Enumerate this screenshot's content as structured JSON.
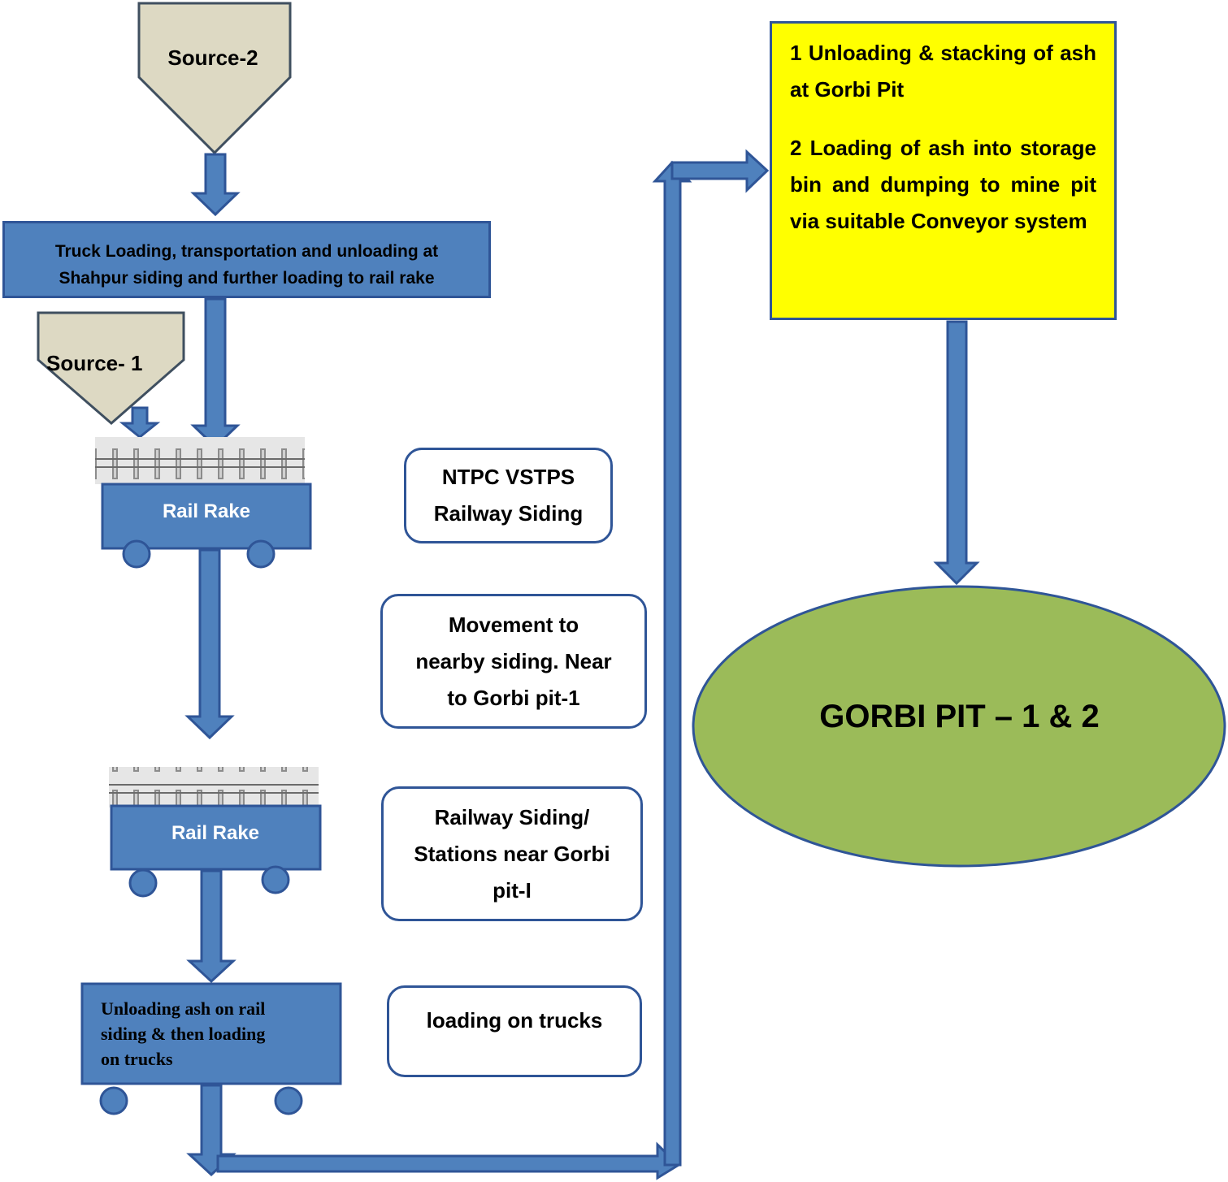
{
  "sources": {
    "source2": "Source-2",
    "source1": "Source- 1"
  },
  "truck_box": {
    "line1": "Truck Loading, transportation and unloading at",
    "line2": "Shahpur siding and further loading to rail rake"
  },
  "rail_rake_1": "Rail Rake",
  "rail_rake_2": "Rail Rake",
  "unload_box": {
    "line1": "Unloading ash on  rail",
    "line2": "siding & then loading",
    "line3": "on trucks"
  },
  "notes": {
    "ntpc": {
      "line1": "NTPC VSTPS",
      "line2": "Railway Siding"
    },
    "movement": {
      "line1": "Movement to",
      "line2": "nearby siding. Near",
      "line3": "to Gorbi pit-1"
    },
    "stations": {
      "line1": "Railway Siding/",
      "line2": "Stations near Gorbi",
      "line3": "pit-I"
    },
    "trucks": {
      "line1": "loading on trucks"
    }
  },
  "yellow_box": {
    "item1": "1 Unloading & stacking of ash at Gorbi Pit",
    "item2": "2 Loading of ash into storage bin and dumping to mine pit via suitable Conveyor system"
  },
  "destination": "GORBI PIT – 1 & 2",
  "colors": {
    "arrow_fill": "#4f81bd",
    "arrow_stroke": "#2f5597",
    "source_fill": "#ddd9c3",
    "yellow": "#ffff00",
    "ellipse_fill": "#9bbb59"
  }
}
